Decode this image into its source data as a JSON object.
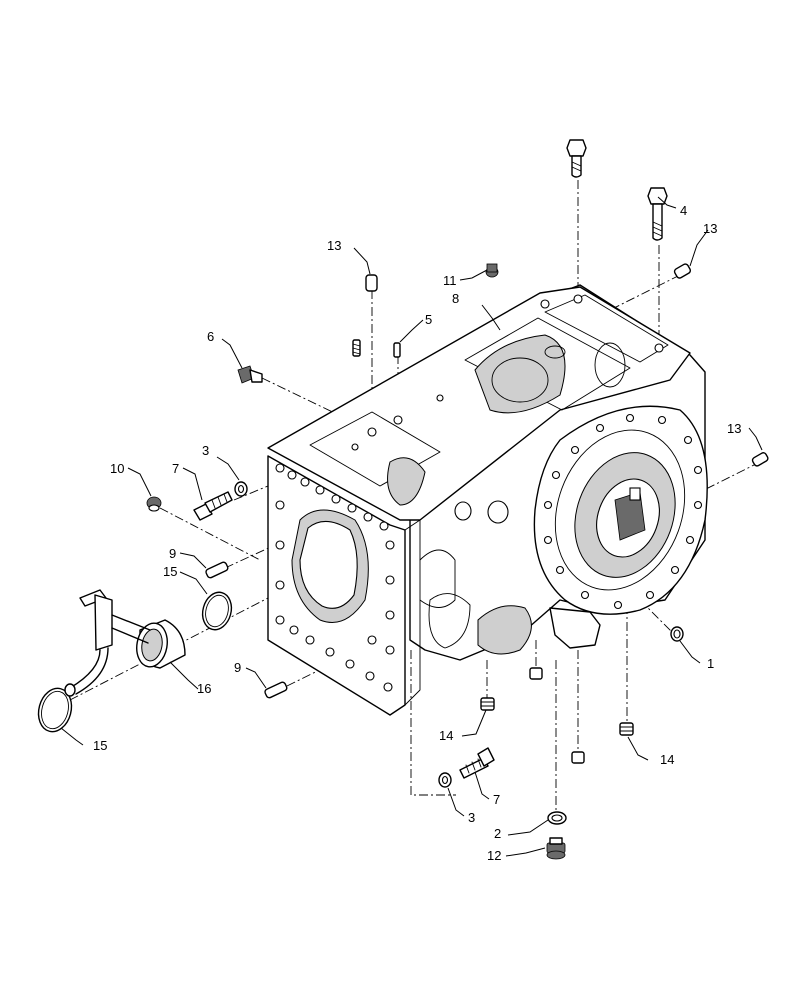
{
  "diagram": {
    "callouts": [
      {
        "id": "c1",
        "number": "1"
      },
      {
        "id": "c2",
        "number": "2"
      },
      {
        "id": "c3a",
        "number": "3"
      },
      {
        "id": "c3b",
        "number": "3"
      },
      {
        "id": "c4",
        "number": "4"
      },
      {
        "id": "c5",
        "number": "5"
      },
      {
        "id": "c6",
        "number": "6"
      },
      {
        "id": "c7a",
        "number": "7"
      },
      {
        "id": "c7b",
        "number": "7"
      },
      {
        "id": "c8",
        "number": "8"
      },
      {
        "id": "c9a",
        "number": "9"
      },
      {
        "id": "c9b",
        "number": "9"
      },
      {
        "id": "c10",
        "number": "10"
      },
      {
        "id": "c11",
        "number": "11"
      },
      {
        "id": "c12",
        "number": "12"
      },
      {
        "id": "c13a",
        "number": "13"
      },
      {
        "id": "c13b",
        "number": "13"
      },
      {
        "id": "c13c",
        "number": "13"
      },
      {
        "id": "c14a",
        "number": "14"
      },
      {
        "id": "c14b",
        "number": "14"
      },
      {
        "id": "c15a",
        "number": "15"
      },
      {
        "id": "c15b",
        "number": "15"
      },
      {
        "id": "c16",
        "number": "16"
      }
    ]
  }
}
